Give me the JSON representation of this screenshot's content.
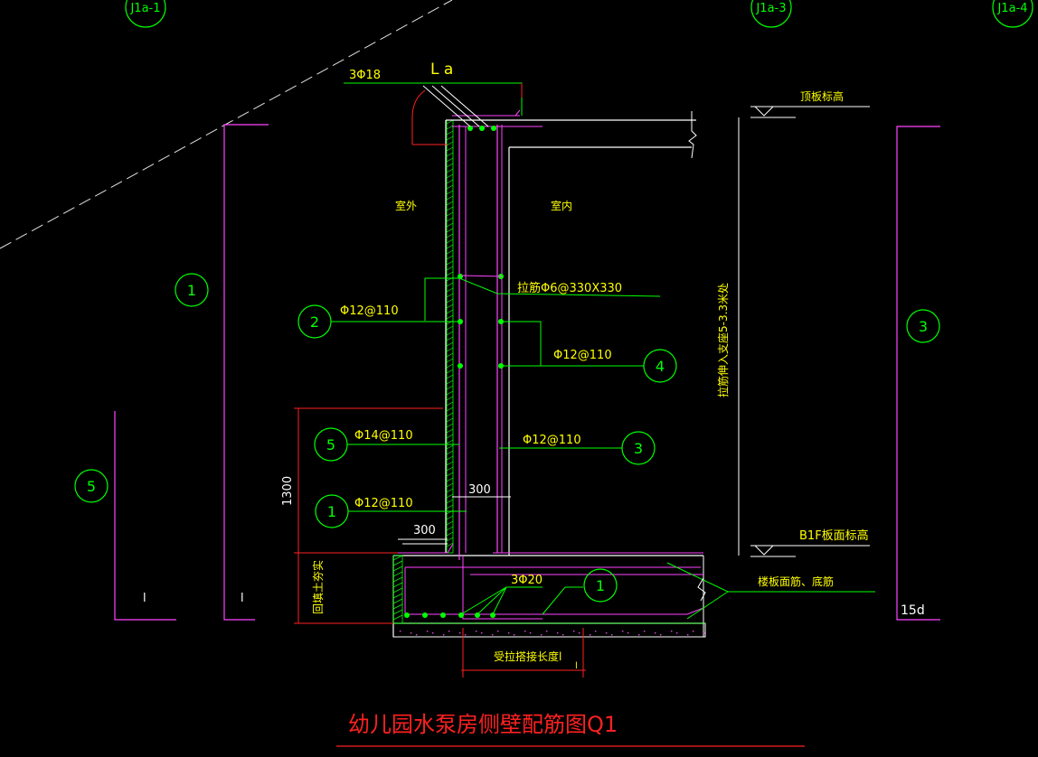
{
  "grid_labels": [
    "J1a-1",
    "J1a-3",
    "J1a-4"
  ],
  "top_labels": {
    "bar_3phi18": "3Φ18",
    "la": "L a",
    "roof_elev": "顶板标高",
    "outside": "室外",
    "inside": "室内"
  },
  "rebar_callouts": {
    "tie": "拉筋Φ6@330X330",
    "c2": "Φ12@110",
    "c4": "Φ12@110",
    "c5": "Φ14@110",
    "c3": "Φ12@110",
    "c1": "Φ12@110",
    "bottom": "3Φ20"
  },
  "circle_numbers": {
    "left1": "1",
    "c2": "2",
    "c4": "4",
    "c5": "5",
    "c3": "3",
    "c1": "1",
    "right3": "3",
    "left5": "5",
    "bottom1": "1"
  },
  "dimensions": {
    "d300a": "300",
    "d300b": "300",
    "d1300": "1300",
    "anchor_text": "拉筋伸入支座5-3.3米处",
    "wall_text": "回填土夯实",
    "lap_text": "受拉搭接长度l",
    "lap_sub": "l",
    "l1_left": "l",
    "l1_mid": "l",
    "d15d": "15d"
  },
  "levels": {
    "b1f": "B1F板面标高",
    "slab_bars": "楼板面筋、底筋"
  },
  "title": "幼儿园水泵房侧壁配筋图Q1"
}
